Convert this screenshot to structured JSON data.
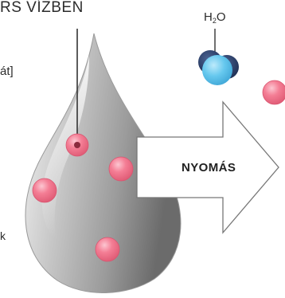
{
  "diagram": {
    "title": "RS VÍZBEN",
    "clipped_text_1": "át]",
    "clipped_text_2": "k",
    "molecule": {
      "formula_main": "H",
      "formula_sub": "2",
      "formula_tail": "O",
      "icon": "water-molecule-icon"
    },
    "arrow_label": "NYOMÁS",
    "colors": {
      "drop_light": "#f3f3f3",
      "drop_mid": "#b8b8b8",
      "drop_dark": "#6f6f6f",
      "particle": "#f27a91",
      "particle_highlight": "#fbc2cd",
      "molecule_dark": "#2a3f6a",
      "molecule_light": "#5cc4ec",
      "arrow_stroke": "#777777",
      "text": "#2b2b2b"
    }
  }
}
